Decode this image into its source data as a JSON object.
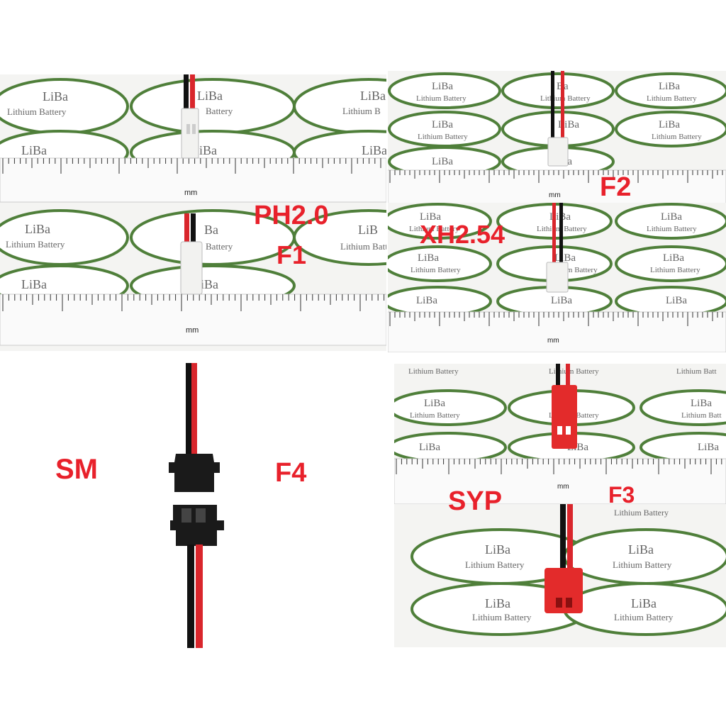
{
  "panels": {
    "ph": {
      "label_type": "PH2.0",
      "label_code": "F1",
      "stickers": [
        {
          "brand": "LiBa",
          "sub": "Lithium Battery"
        },
        {
          "brand": "LiBa",
          "sub": "Battery"
        },
        {
          "brand": "LiBa",
          "sub": "Lithium B"
        },
        {
          "brand": "LiBa"
        },
        {
          "brand": "LiBa"
        },
        {
          "brand": "LiBa"
        }
      ],
      "stickers_lower": [
        {
          "brand": "LiBa",
          "sub": "Lithium Battery"
        },
        {
          "brand": "Ba",
          "sub": "Battery"
        },
        {
          "brand": "LiB",
          "sub": "Lithium Battery"
        },
        {
          "brand": "LiBa"
        },
        {
          "brand": "LiBa"
        }
      ],
      "ruler_unit": "mm"
    },
    "xh": {
      "label_type": "XH2.54",
      "label_code": "F2",
      "stickers": [
        {
          "brand": "LiBa",
          "sub": "Lithium Battery"
        },
        {
          "brand": "Ba",
          "sub": "Lithium Battery"
        },
        {
          "brand": "LiBa",
          "sub": "Lithium Battery"
        },
        {
          "brand": "LiBa",
          "sub": "Lithium Battery"
        },
        {
          "brand": "LiBa"
        },
        {
          "brand": "LiBa",
          "sub": "Lithium Battery"
        },
        {
          "brand": "LiBa"
        },
        {
          "brand": "LiBa"
        }
      ],
      "stickers_lower": [
        {
          "brand": "LiBa",
          "sub": "Lithium Battery"
        },
        {
          "brand": "LiBa",
          "sub": "Lithium Battery"
        },
        {
          "brand": "LiBa",
          "sub": "Lithium Battery"
        },
        {
          "brand": "LiBa",
          "sub": "Lithium Battery"
        },
        {
          "brand": "LiBa",
          "sub": "Lithium Battery"
        },
        {
          "brand": "LiBa",
          "sub": "Lithium Battery"
        },
        {
          "brand": "LiBa"
        },
        {
          "brand": "LiBa"
        },
        {
          "brand": "LiBa"
        }
      ],
      "ruler_unit": "mm"
    },
    "sm": {
      "label_type": "SM",
      "label_code": "F4"
    },
    "syp": {
      "label_type": "SYP",
      "label_code": "F3",
      "stickers": [
        {
          "sub": "Lithium Battery"
        },
        {
          "sub": "Lithium Battery"
        },
        {
          "sub": "Lithium Batt"
        },
        {
          "brand": "LiBa",
          "sub": "Lithium Battery"
        },
        {
          "sub": "Lithium Battery"
        },
        {
          "brand": "LiBa",
          "sub": "Lithium Batt"
        },
        {
          "brand": "LiBa"
        },
        {
          "brand": "LiBa"
        },
        {
          "brand": "LiBa"
        }
      ],
      "stickers_lower": [
        {
          "sub": "Lithium Battery"
        },
        {
          "brand": "LiBa",
          "sub": "Lithium Battery"
        },
        {
          "brand": "LiBa",
          "sub": "Lithium Battery"
        },
        {
          "brand": "LiBa",
          "sub": "Lithium Battery"
        },
        {
          "brand": "LiBa",
          "sub": "Lithium Battery"
        }
      ],
      "ruler_unit": "mm"
    }
  },
  "colors": {
    "label_red": "#e8212b",
    "sticker_green": "#4f7f3a",
    "wire_red": "#d9262c",
    "wire_black": "#111111",
    "housing_white": "#f2f2f0",
    "housing_black": "#1a1a1a",
    "housing_red": "#e32b2b"
  }
}
